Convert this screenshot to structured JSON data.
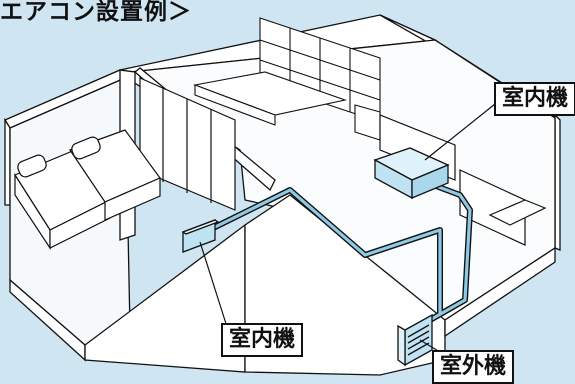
{
  "title": "エアコン設置例＞",
  "labels": {
    "indoor_unit_right": "室内機",
    "indoor_unit_left": "室内機",
    "outdoor_unit": "室外機"
  },
  "colors": {
    "background": "#cfe6f2",
    "pipe": "#8fc9e4",
    "unit_fill": "#bfe3f3",
    "line": "#111111"
  }
}
